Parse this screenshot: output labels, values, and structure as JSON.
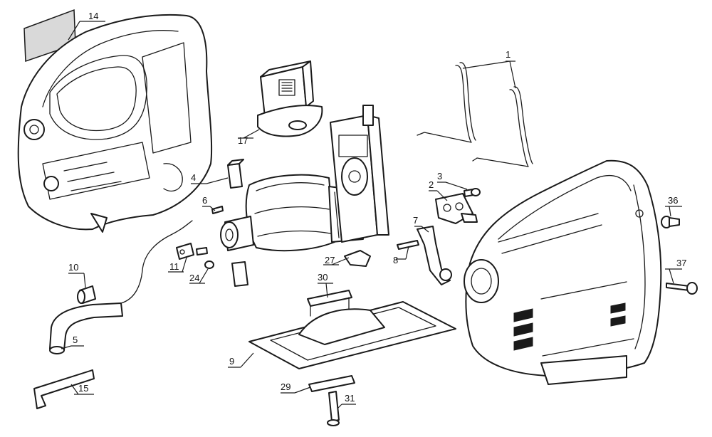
{
  "diagram": {
    "callouts": [
      "1",
      "2",
      "3",
      "4",
      "5",
      "6",
      "7",
      "8",
      "9",
      "10",
      "11",
      "14",
      "15",
      "17",
      "24",
      "27",
      "29",
      "30",
      "31",
      "36",
      "37"
    ]
  },
  "colors": {
    "line": "#1a1a1a",
    "background": "#ffffff",
    "label_plate": "#d9d9d9"
  }
}
